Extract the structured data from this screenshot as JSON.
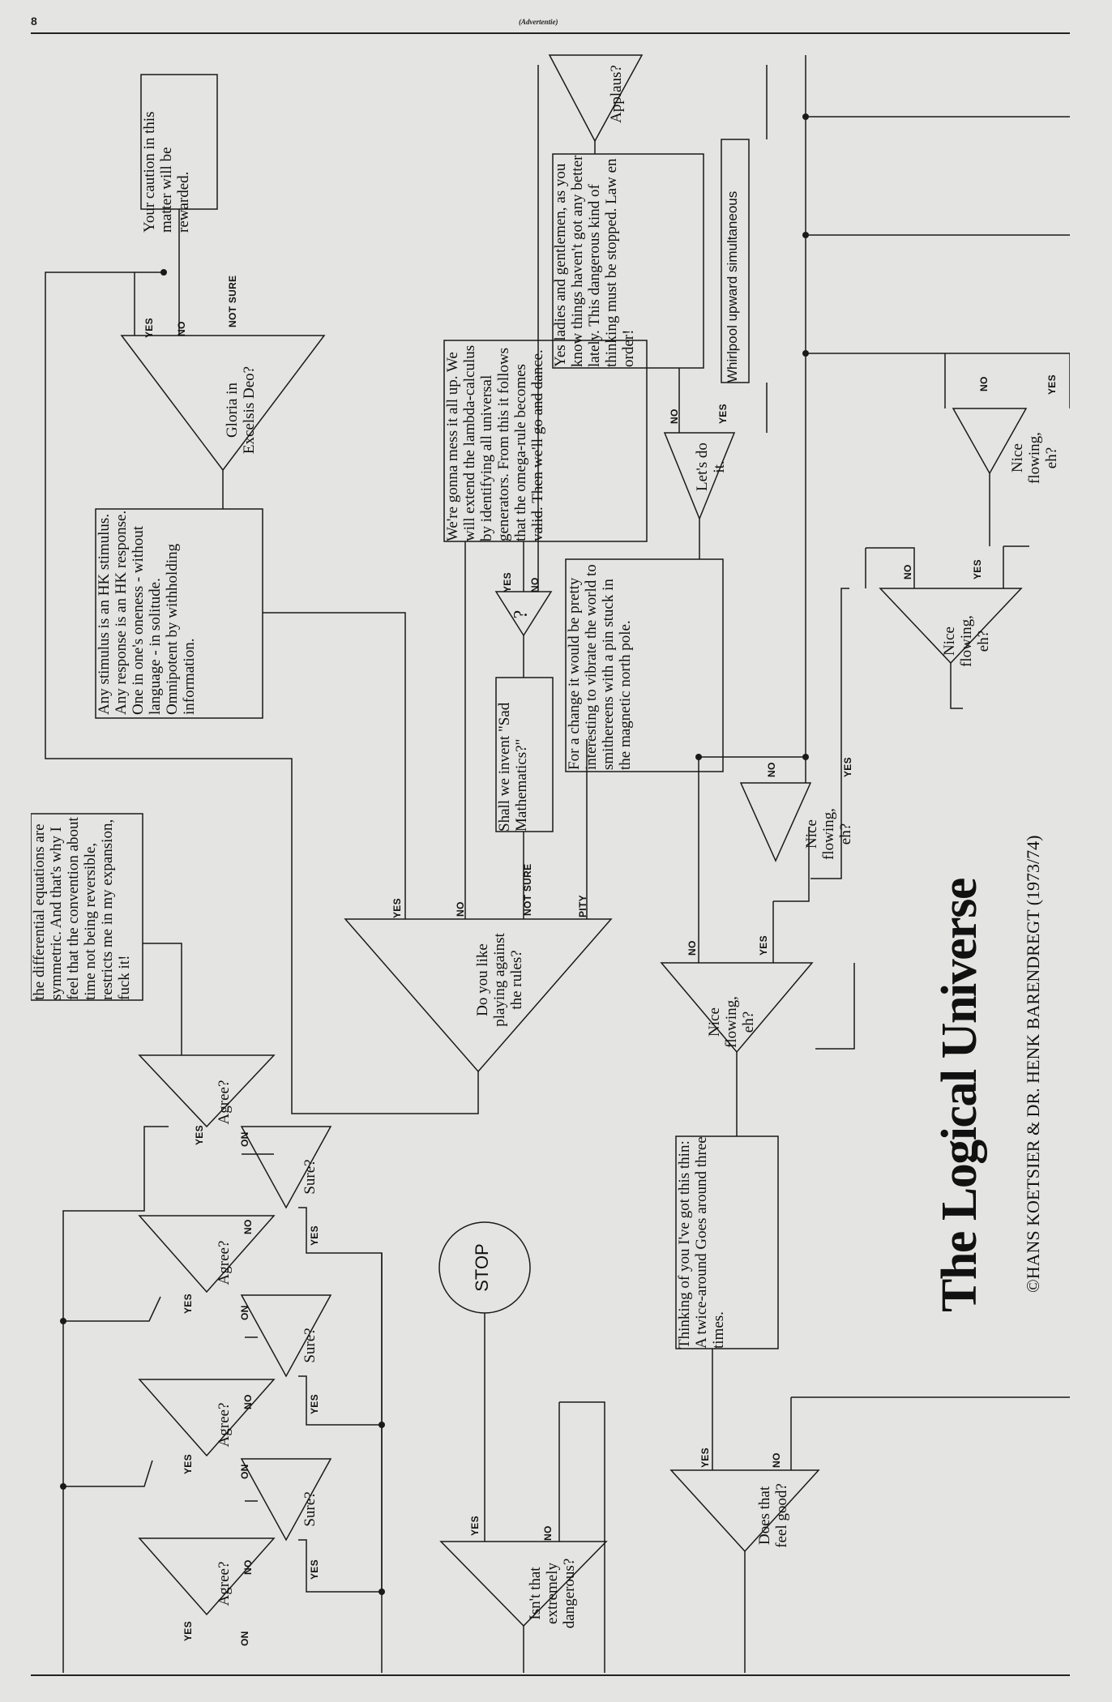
{
  "header": {
    "page_number": "8",
    "tag": "(Advertentie)"
  },
  "title": "The Logical Universe",
  "subtitle": "©HANS KOETSIER & DR. HENK BARENDREGT (1973/74)",
  "boxes": {
    "caution": "Your caution in this matter will be rewarded.",
    "stimulus": "Any stimulus is an HK stimulus. Any response is an HK response. One in one's oneness - without language - in solitude. Omnipotent by withholding information.",
    "lambda": "We're gonna mess it all up. We will extend the lambda-calculus by identifying all universal generators. From this it follows that the omega-rule becomes valid. Then we'll go and dance.",
    "ladies": "Yes ladies and gentlemen, as you know things haven't got any better lately. This dangerous kind of thinking must be stopped. Law en order!",
    "whirlpool": "Whirlpool upward simultaneous",
    "vibrate": "For a change it would be pretty interesting to vibrate the world to smithereens with a pin stuck in the magnetic north pole.",
    "sad_math": "Shall we invent \"Sad Mathematics?\"",
    "differential": "the differential equations are symmetric. And that's why I feel that the convention about time not being reversible, restricts me in my expansion, fuck it!",
    "thinking": "Thinking of you I've got this thin: A twice-around Goes around three times.",
    "stop": "STOP"
  },
  "decisions": {
    "gloria": "Gloria in Excelsis Deo?",
    "rules": "Do you like playing against the rules?",
    "q": "?",
    "applaus": "Applaus?",
    "lets": "Let's do it.",
    "nice": "Nice flowing, eh?",
    "agree": "Agree?",
    "sure": "Sure?",
    "dangerous": "Isn't that extremely dangerous?",
    "feel": "Does that feel good?"
  },
  "labels": {
    "yes": "YES",
    "no": "NO",
    "not_sure": "NOT SURE",
    "pity": "PITY",
    "on": "ON"
  }
}
